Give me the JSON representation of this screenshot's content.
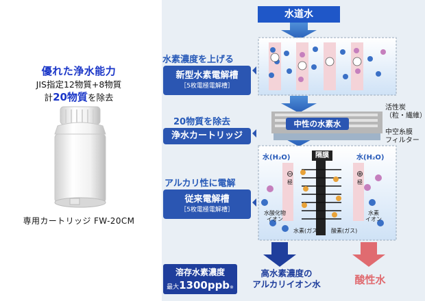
{
  "left": {
    "title": "優れた浄水能力",
    "line2": "JIS指定12物質+8物質",
    "line3_pre": "計",
    "line3_highlight": "20物質",
    "line3_post": "を除去",
    "caption": "専用カートリッジ FW-20CM"
  },
  "diagram": {
    "top_label": "水道水",
    "step1_label": "水素濃度を上げる",
    "step1_pill": "新型水素電解槽",
    "step1_sub": "［5枚電極電解槽］",
    "step2_label": "20物質を除去",
    "step2_pill": "浄水カートリッジ",
    "neutral_label": "中性の水素水",
    "carbon_label_1": "活性炭",
    "carbon_label_2": "（粒・繊維）",
    "hollow_label_1": "中空糸膜",
    "hollow_label_2": "フィルター",
    "step3_label": "アルカリ性に電解",
    "step3_pill": "従来電解槽",
    "step3_sub": "［5枚電極電解槽］",
    "membrane": "隔膜",
    "water_left": "水(H₂O)",
    "water_right": "水(H₂O)",
    "hydroxide_1": "水酸化物",
    "hydroxide_2": "イオン",
    "hydrogen_gas": "水素(ガス)",
    "oxygen_gas": "酸素(ガス)",
    "hydrogen_ion_1": "水素",
    "hydrogen_ion_2": "イオン",
    "minus_pole": "極",
    "plus_pole": "極",
    "conc_label": "溶存水素濃度",
    "conc_max": "最大",
    "conc_value": "1300ppb",
    "conc_mark": "※",
    "output_left_1": "高水素濃度の",
    "output_left_2": "アルカリイオン水",
    "output_right": "酸性水"
  },
  "colors": {
    "accent_blue": "#2b56b2",
    "acid_red": "#e06b70",
    "panel_bg": "#e9eff5"
  }
}
